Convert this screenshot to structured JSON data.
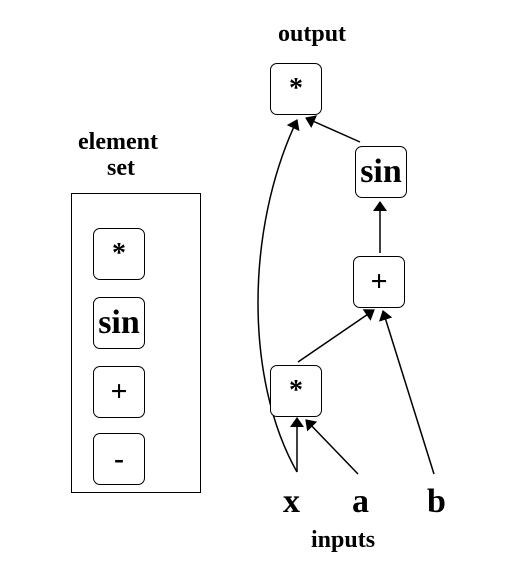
{
  "labels": {
    "output": "output",
    "element_set_line1": "element",
    "element_set_line2": "set",
    "inputs": "inputs"
  },
  "element_set": [
    "*",
    "sin",
    "+",
    "-"
  ],
  "tree_nodes": {
    "root": "*",
    "sin": "sin",
    "plus": "+",
    "mult": "*"
  },
  "inputs": [
    "x",
    "a",
    "b"
  ]
}
